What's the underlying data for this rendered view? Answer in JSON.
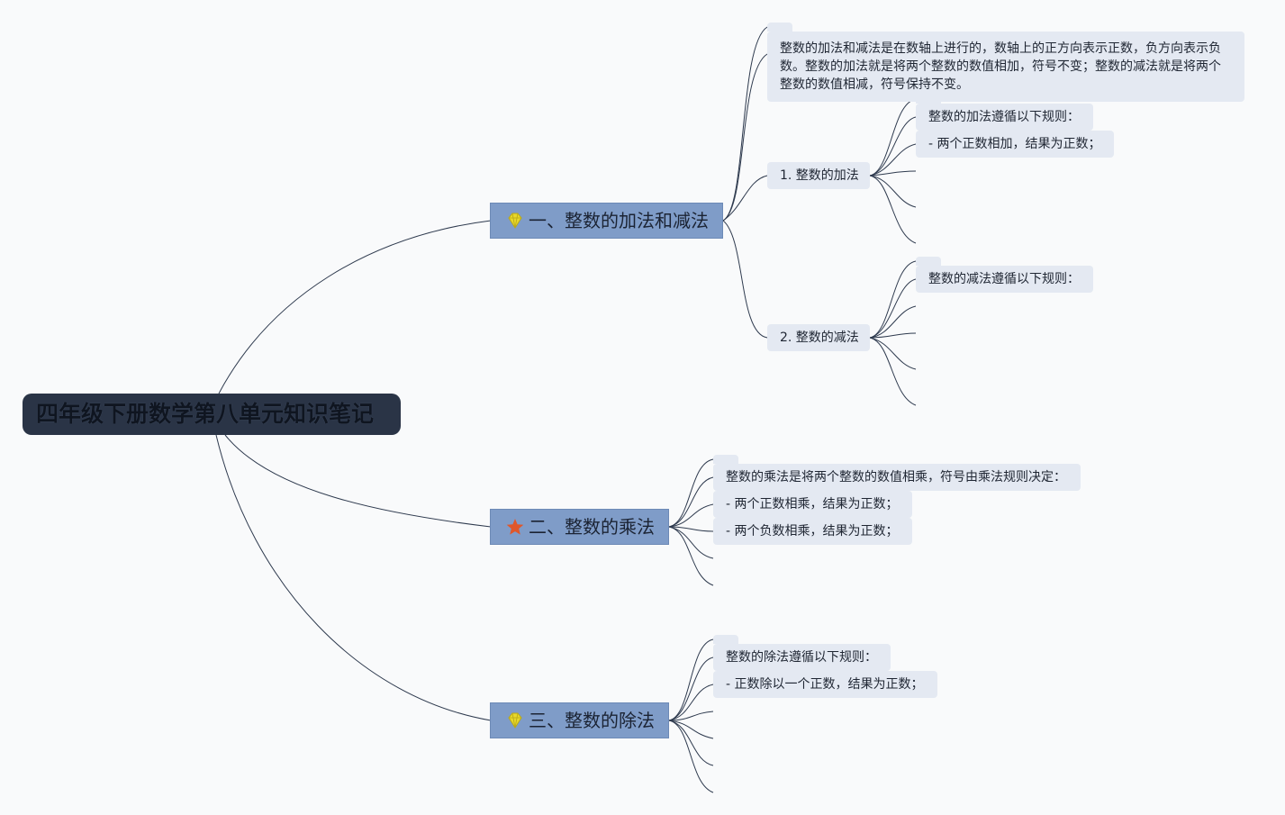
{
  "root": {
    "title": "四年级下册数学第八单元知识笔记"
  },
  "branches": [
    {
      "icon": "diamond-icon",
      "title": "一、整数的加法和减法",
      "intro": "整数的加法和减法是在数轴上进行的，数轴上的正方向表示正数，负方向表示负数。整数的加法就是将两个整数的数值相加，符号不变；整数的减法就是将两个整数的数值相减，符号保持不变。",
      "subs": [
        {
          "title": "1. 整数的加法",
          "items": [
            "整数的加法遵循以下规则：",
            "- 两个正数相加，结果为正数；"
          ]
        },
        {
          "title": "2. 整数的减法",
          "items": [
            "整数的减法遵循以下规则："
          ]
        }
      ]
    },
    {
      "icon": "star-icon",
      "title": "二、整数的乘法",
      "items": [
        "整数的乘法是将两个整数的数值相乘，符号由乘法规则决定：",
        "- 两个正数相乘，结果为正数；",
        "- 两个负数相乘，结果为正数；"
      ]
    },
    {
      "icon": "diamond-icon",
      "title": "三、整数的除法",
      "items": [
        "整数的除法遵循以下规则：",
        "- 正数除以一个正数，结果为正数；"
      ]
    }
  ],
  "colors": {
    "background": "#f9fafb",
    "root_fill": "#2a3446",
    "branch_fill": "#7f9cc8",
    "leaf_fill": "#e4e9f2",
    "line": "#2e3a4e",
    "diamond": "#e8d82a",
    "star": "#e0572a"
  }
}
